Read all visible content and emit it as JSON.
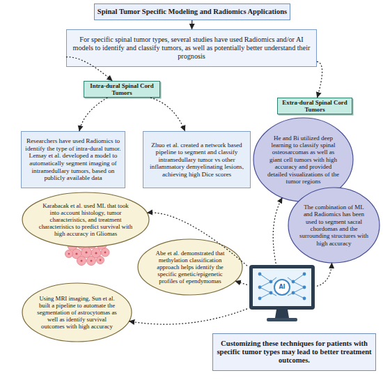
{
  "diagram": {
    "nodes": [
      {
        "text": [
          "Spinal Tumor Specific Modeling and Radiomics Applications"
        ]
      },
      {
        "text": [
          "For specific spinal tumor types, several studies have used Radiomics and/or AI models to identify and classify tumors, as well as potentially better understand their prognosis"
        ]
      },
      {
        "text": [
          "Intra-dural Spinal Cord Tumors"
        ]
      },
      {
        "text": [
          "Extra-dural Spinal Cord Tumors"
        ]
      },
      {
        "text": [
          "Researchers have used Radiomics to identify the type of intra-dural tumor. Lemay et al. developed a model to automatically segment imaging of intramedullary tumors, based on publicly available data"
        ]
      },
      {
        "text": [
          "Zhuo et al. created a network based pipeline to segment and classify intramedullary tumor vs other inflammatory demyelinating lesions, achieving high Dice scores"
        ]
      },
      {
        "text": [
          "He and Bi utilized deep learning to classify spinal osteosarcomas as well as giant cell tumors with high accuracy and provided detailed visualizations of the tumor regions"
        ]
      },
      {
        "text": [
          "The combination of ML and Radiomics has been used to segment sacral chordomas and the surrounding structures with high accuracy"
        ]
      },
      {
        "text": [
          "Karabacak et al. used ML that took into account histology, tumor characteristics, and treatment characteristics to predict survival with high accuracy in Gliomas"
        ]
      },
      {
        "text": [
          "Abe et al. demonstrated that methylation classification approach helps identify the specific genetic/epigenetic profiles of ependymomas"
        ]
      },
      {
        "text": [
          "Using MRI imaging, Sun et al. built a pipeline to automate the segmentation of astrocytomas as well as identify survival outcomes with high accuracy"
        ]
      },
      {
        "text": [
          "AI"
        ]
      },
      {
        "text": [
          "Customizing these techniques for patients with specific tumor types may lead to better treatment outcomes."
        ]
      }
    ],
    "edges": [
      {
        "from": 0,
        "to": 1,
        "arrow": "to"
      },
      {
        "from": 1,
        "to": 2,
        "arrow": "to"
      },
      {
        "from": 1,
        "to": 3,
        "arrow": "to"
      },
      {
        "from": 2,
        "to": 4,
        "arrow": "to"
      },
      {
        "from": 2,
        "to": 5,
        "arrow": "to"
      },
      {
        "from": 11,
        "to": 6,
        "arrow": "to"
      },
      {
        "from": 11,
        "to": 7,
        "arrow": "to"
      },
      {
        "from": 11,
        "to": 8,
        "arrow": "to"
      },
      {
        "from": 11,
        "to": 9,
        "arrow": "to"
      },
      {
        "from": 11,
        "to": 10,
        "arrow": "to"
      }
    ]
  }
}
